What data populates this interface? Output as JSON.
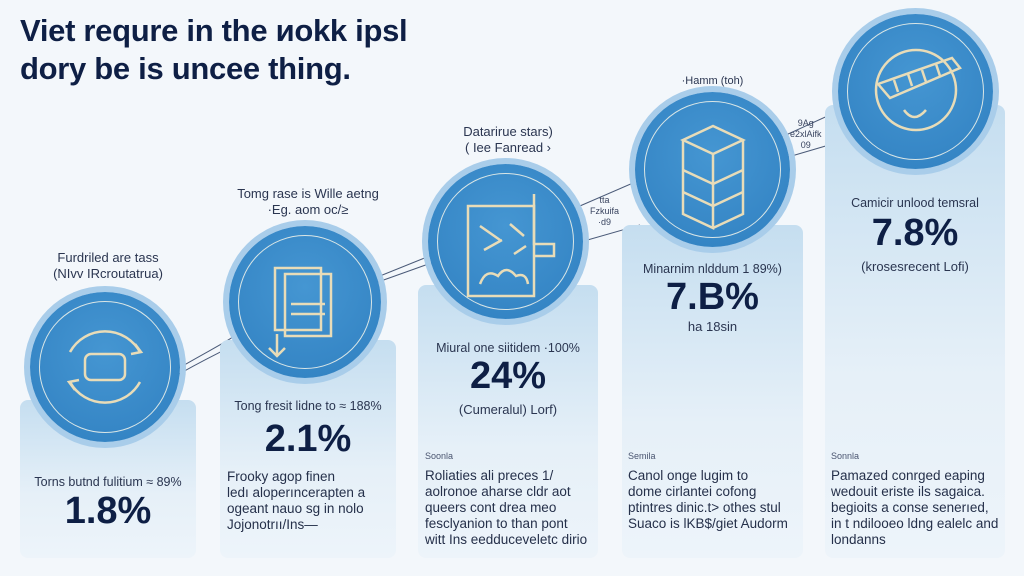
{
  "title": [
    "Viet requre in the ᴎokk ipsl",
    "dory be is uncee thing."
  ],
  "columns": [
    {
      "above": [
        "Furdriled are tass",
        "(NIvv IRcroutatrua)"
      ],
      "metric_label": "Torns butnd fulitium ≈ 89%",
      "value": "1.8%",
      "icon": "rotation-arrows-icon"
    },
    {
      "above": [
        "Tomg rase is Wille aetng",
        "·Eg. aom oc/≥"
      ],
      "metric_label": "Tong fresit lidne to ≈ 188%",
      "value": "2.1%",
      "paragraph": [
        "Frooky agop finen",
        "ledı aloperıncerapten a",
        "ogeant nauo sg in nolo",
        "Jojonotrıı/Ins—"
      ],
      "icon": "document-arrow-icon"
    },
    {
      "above": [
        "Datarirue stars)",
        "( Iee Fanread ›"
      ],
      "metric_label": "Miural one siitidem ·100%",
      "value": "24%",
      "sub": "(Cumeralul) Lorf)",
      "source": "Soonla",
      "paragraph": [
        "Roliaties ali preces 1/",
        "aolronoe aharse cldr aot",
        "queers cont drea meo",
        "fesclyanion to than pont",
        "witt Ins eedduceveletc dirio"
      ],
      "icon": "document-chart-icon"
    },
    {
      "above": [
        "·Hamm (toh)"
      ],
      "metric_label": "Minarnim nlddum 1 89%)",
      "value": "7.B%",
      "sub": "ha 18sin",
      "source": "Semila",
      "paragraph": [
        "Canol onge lugim to",
        "dome cirlantei cofong",
        "ptintres dinic.t> othes stul",
        "Suaco is lKB$/giet Audorm"
      ],
      "icon": "box-icon"
    },
    {
      "metric_label": "Camicir unlood temsral",
      "value": "7.8%",
      "sub": "(krosesrecent Lofi)",
      "source": "Sonnla",
      "paragraph": [
        "Pamazed conrged eaping",
        "wedouit eriste ils sagaica.",
        "begioits a conse senerıed,",
        "in t ndilooeo ldng ealelc and",
        "Ɩondanns"
      ],
      "icon": "ship-globe-icon"
    }
  ],
  "connectors": [
    [
      "tta",
      "Fzkuifa",
      "·d9"
    ],
    [
      "9Ag",
      "e2xlAifk",
      "09"
    ]
  ],
  "colors": {
    "navy": "#0e1f45",
    "circle": "#3a8ccb",
    "card": "#c5def0"
  }
}
